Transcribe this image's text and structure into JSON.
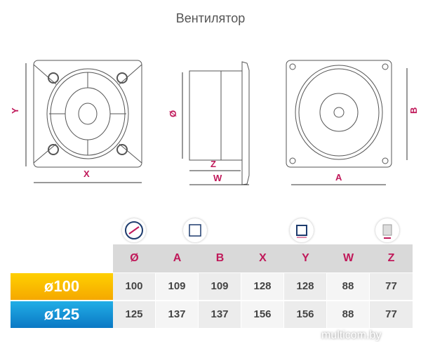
{
  "title": "Вентилятор",
  "drawing_labels": {
    "x": "X",
    "y": "Y",
    "diameter": "Ø",
    "z": "Z",
    "w": "W",
    "a": "A",
    "b": "B"
  },
  "accent_color": "#c0195a",
  "table": {
    "headers": [
      "Ø",
      "A",
      "B",
      "X",
      "Y",
      "W",
      "Z"
    ],
    "header_icons": [
      "diameter-icon",
      "square-frame-icon",
      "square-mount-icon",
      "side-depth-icon"
    ],
    "rows": [
      {
        "label": "ø100",
        "color": "#f5b800",
        "values": [
          "100",
          "109",
          "109",
          "128",
          "128",
          "88",
          "77"
        ]
      },
      {
        "label": "ø125",
        "color": "#1493d6",
        "values": [
          "125",
          "137",
          "137",
          "156",
          "156",
          "88",
          "77"
        ]
      }
    ]
  },
  "watermark": "multicom.by"
}
